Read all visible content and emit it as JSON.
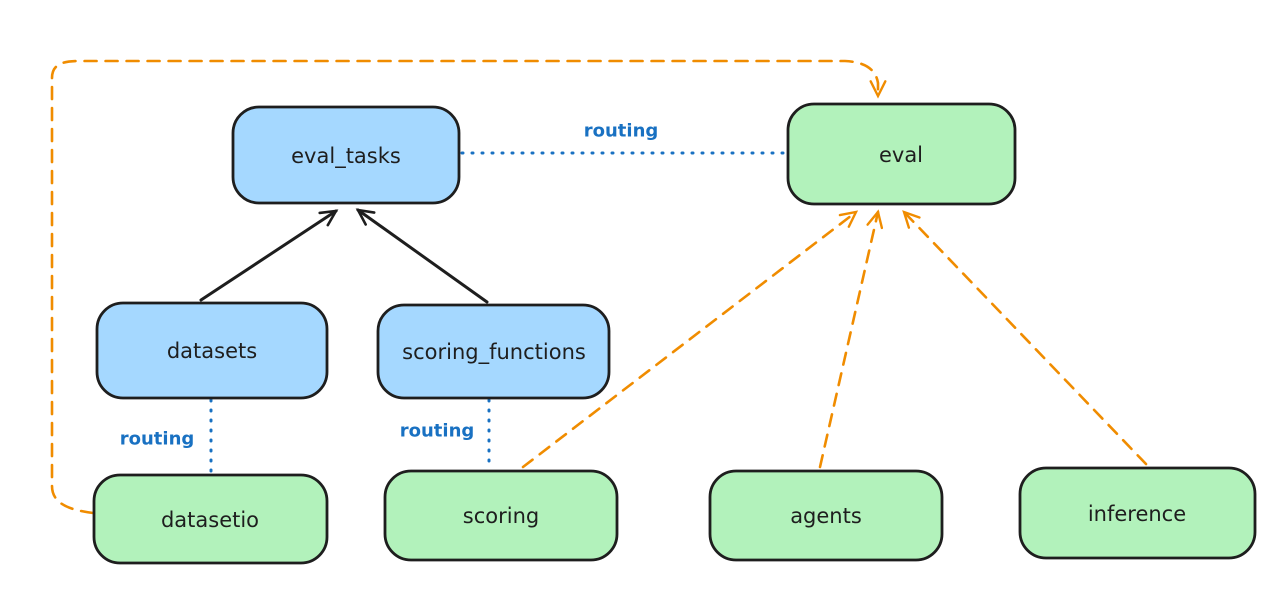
{
  "colors": {
    "node_blue_fill": "#a5d8ff",
    "node_green_fill": "#b2f2bb",
    "stroke_dark": "#1e1e1e",
    "routing_blue": "#1971c2",
    "arrow_orange": "#f08c00",
    "background": "#ffffff"
  },
  "nodes": {
    "eval_tasks": {
      "label": "eval_tasks",
      "kind": "blue"
    },
    "eval": {
      "label": "eval",
      "kind": "green"
    },
    "datasets": {
      "label": "datasets",
      "kind": "blue"
    },
    "scoring_functions": {
      "label": "scoring_functions",
      "kind": "blue"
    },
    "datasetio": {
      "label": "datasetio",
      "kind": "green"
    },
    "scoring": {
      "label": "scoring",
      "kind": "green"
    },
    "agents": {
      "label": "agents",
      "kind": "green"
    },
    "inference": {
      "label": "inference",
      "kind": "green"
    }
  },
  "edges": {
    "eval_tasks_to_eval": {
      "label": "routing",
      "style": "dotted-blue"
    },
    "datasets_to_datasetio": {
      "label": "routing",
      "style": "dotted-blue"
    },
    "scoring_functions_to_scoring": {
      "label": "routing",
      "style": "dotted-blue"
    },
    "datasets_to_eval_tasks": {
      "style": "solid-black-arrow"
    },
    "scoring_functions_to_eval_tasks": {
      "style": "solid-black-arrow"
    },
    "datasetio_to_eval_loop": {
      "style": "dashed-orange-arrow"
    },
    "scoring_to_eval": {
      "style": "dashed-orange-arrow"
    },
    "agents_to_eval": {
      "style": "dashed-orange-arrow"
    },
    "inference_to_eval": {
      "style": "dashed-orange-arrow"
    }
  }
}
